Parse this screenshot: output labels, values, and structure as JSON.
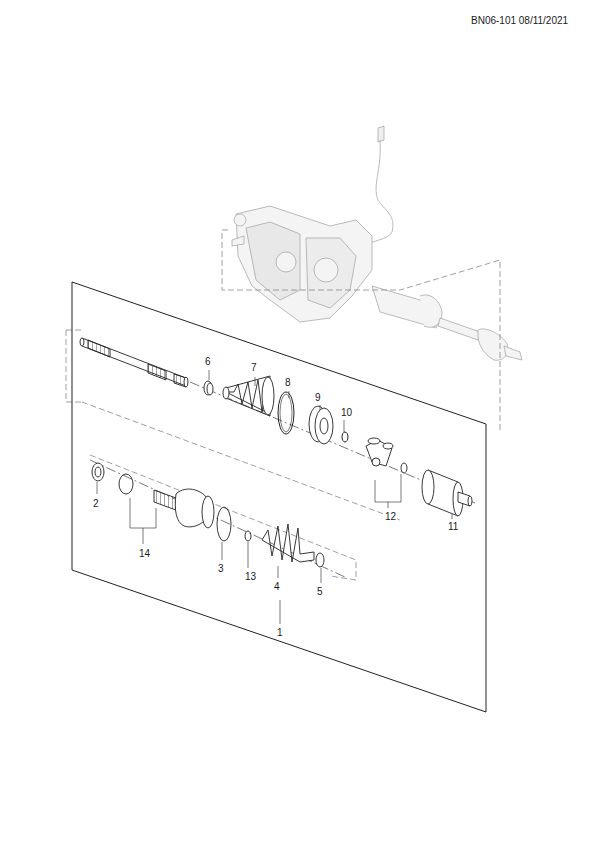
{
  "diagram": {
    "labels": [
      "BN06-101 08/11/2021",
      "6",
      "7",
      "8",
      "9",
      "10",
      "2",
      "14",
      "12",
      "11",
      "3",
      "13",
      "4",
      "5",
      "1"
    ]
  }
}
